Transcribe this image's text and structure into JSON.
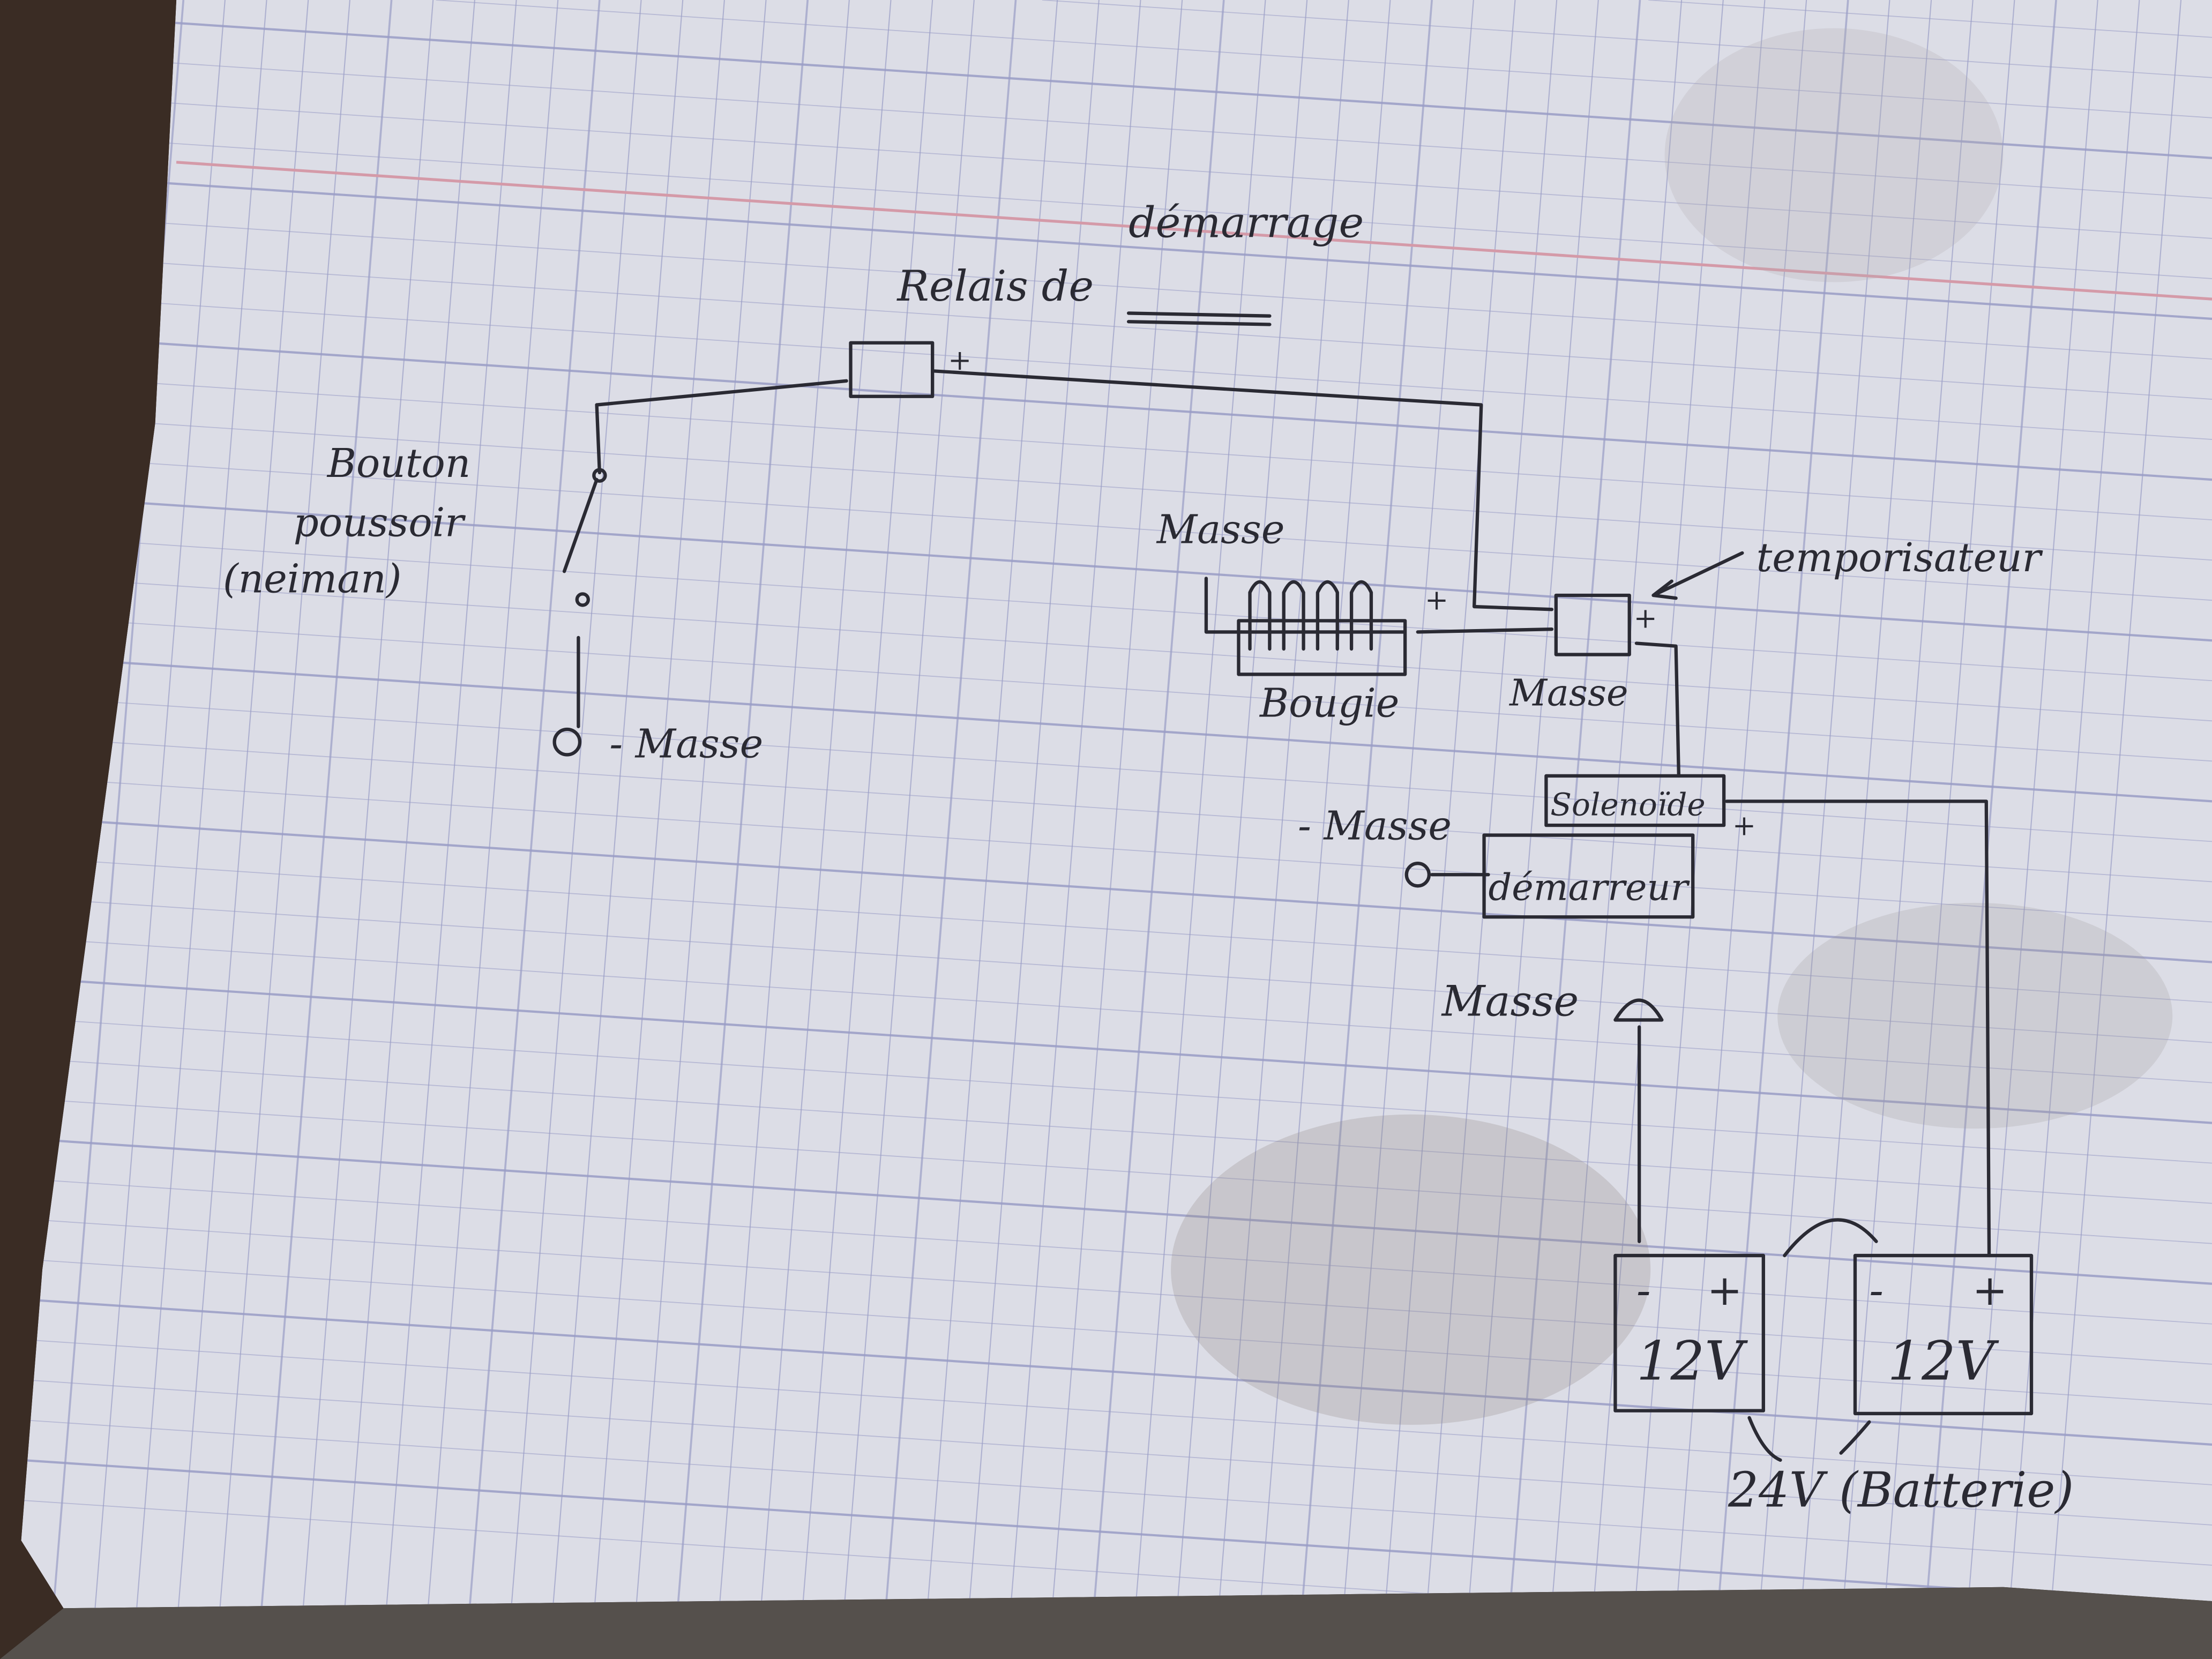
{
  "diagram": {
    "relay_label_line1": "Relais de",
    "relay_label_line2": "démarrage",
    "button_label_line1": "Bouton",
    "button_label_line2": "poussoir",
    "button_label_line3": "(neiman)",
    "ground_switch": "- Masse",
    "ground_glowplugs": "Masse",
    "glowplugs_label": "Bougie",
    "timer_label": "temporisateur",
    "ground_timer": "Masse",
    "solenoid_label": "Solenoïde",
    "ground_starter": "- Masse",
    "starter_label": "démarreur",
    "ground_battery": "Masse",
    "battery1_voltage": "12V",
    "battery2_voltage": "12V",
    "battery_total": "24V (Batterie)",
    "plus": "+",
    "minus": "-"
  },
  "colors": {
    "ink": "#2a2a33",
    "paper": "#dcdde6",
    "grid": "#9a9dc6",
    "margin_line": "#d49aa8"
  }
}
